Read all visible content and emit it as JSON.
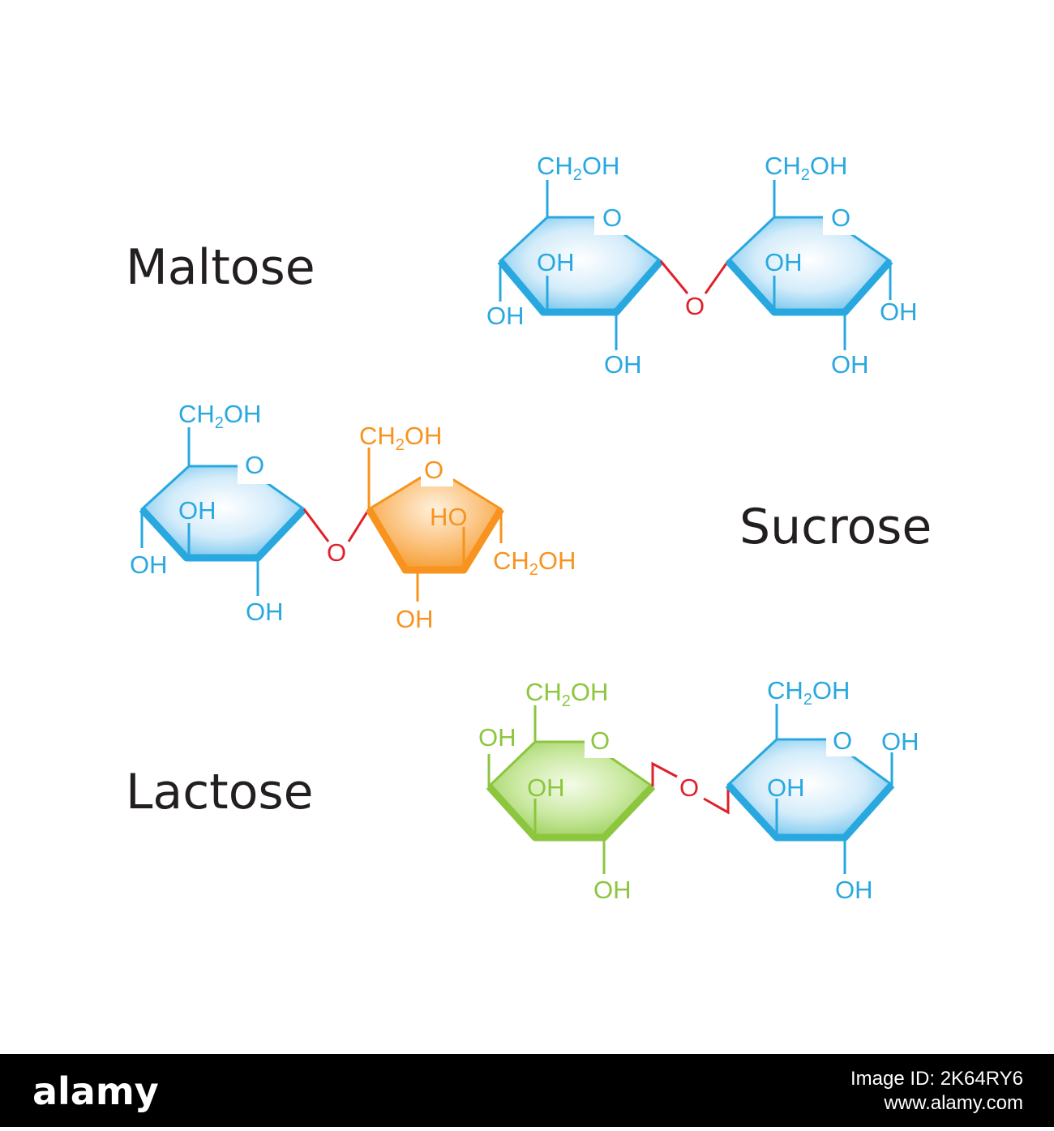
{
  "colors": {
    "background": "#ffffff",
    "glucose_blue": "#29a8e0",
    "fructose_orange": "#f7931e",
    "galactose_green": "#8cc63f",
    "linkage_red": "#e0202a",
    "title_text": "#231f20",
    "footer_bg": "#000000",
    "footer_text": "#ffffff"
  },
  "labels": {
    "maltose": "Maltose",
    "sucrose": "Sucrose",
    "lactose": "Lactose"
  },
  "chem": {
    "ch2": "CH",
    "sub2": "2",
    "oh_tail": "OH",
    "oh": "OH",
    "ho": "HO",
    "o": "O"
  },
  "footer": {
    "brand": "alamy",
    "image_id_label": "Image ID: 2K64RY6",
    "url": "www.alamy.com"
  }
}
